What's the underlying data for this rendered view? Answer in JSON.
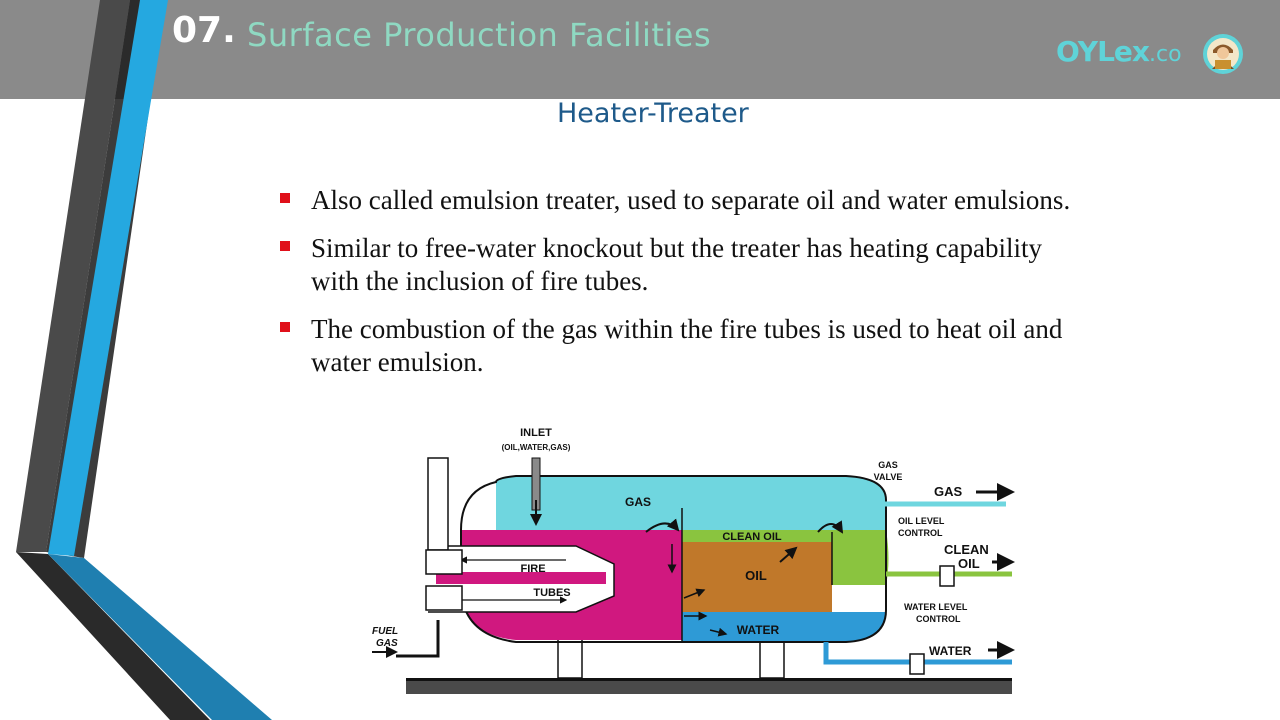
{
  "header": {
    "slide_number": "07.",
    "title": "Surface Production Facilities",
    "logo_text": "OYLex",
    "logo_tld": ".co",
    "logo_icon": "student-reading-avatar-icon",
    "background_color": "#8a8a8a",
    "title_color": "#8fd9c2"
  },
  "slide": {
    "subtitle": "Heater-Treater",
    "bullets": [
      "Also called emulsion treater, used to separate oil and water emulsions.",
      "Similar to free-water knockout but the treater has heating capability with the inclusion of fire tubes.",
      "The combustion of the gas within the fire tubes is used to heat oil and water emulsion."
    ],
    "bullet_color": "#e0101a"
  },
  "diagram": {
    "inlet": "INLET",
    "inlet_sub": "(OIL,WATER,GAS)",
    "gas": "GAS",
    "gas_valve_1": "GAS",
    "gas_valve_2": "VALVE",
    "gas_out": "GAS",
    "oil_level_control_1": "OIL LEVEL",
    "oil_level_control_2": "CONTROL",
    "clean_oil_out_1": "CLEAN",
    "clean_oil_out_2": "OIL",
    "clean_oil": "CLEAN OIL",
    "oil": "OIL",
    "fire": "FIRE",
    "tubes": "TUBES",
    "water": "WATER",
    "water_level_control_1": "WATER LEVEL",
    "water_level_control_2": "CONTROL",
    "water_out": "WATER",
    "fuel_gas_1": "FUEL",
    "fuel_gas_2": "GAS",
    "colors": {
      "gas_zone": "#6fd6df",
      "fire_zone": "#d0187f",
      "oil_zone": "#c0782a",
      "clean_oil_zone": "#8ac43f",
      "water_zone": "#2e9ad6"
    }
  }
}
